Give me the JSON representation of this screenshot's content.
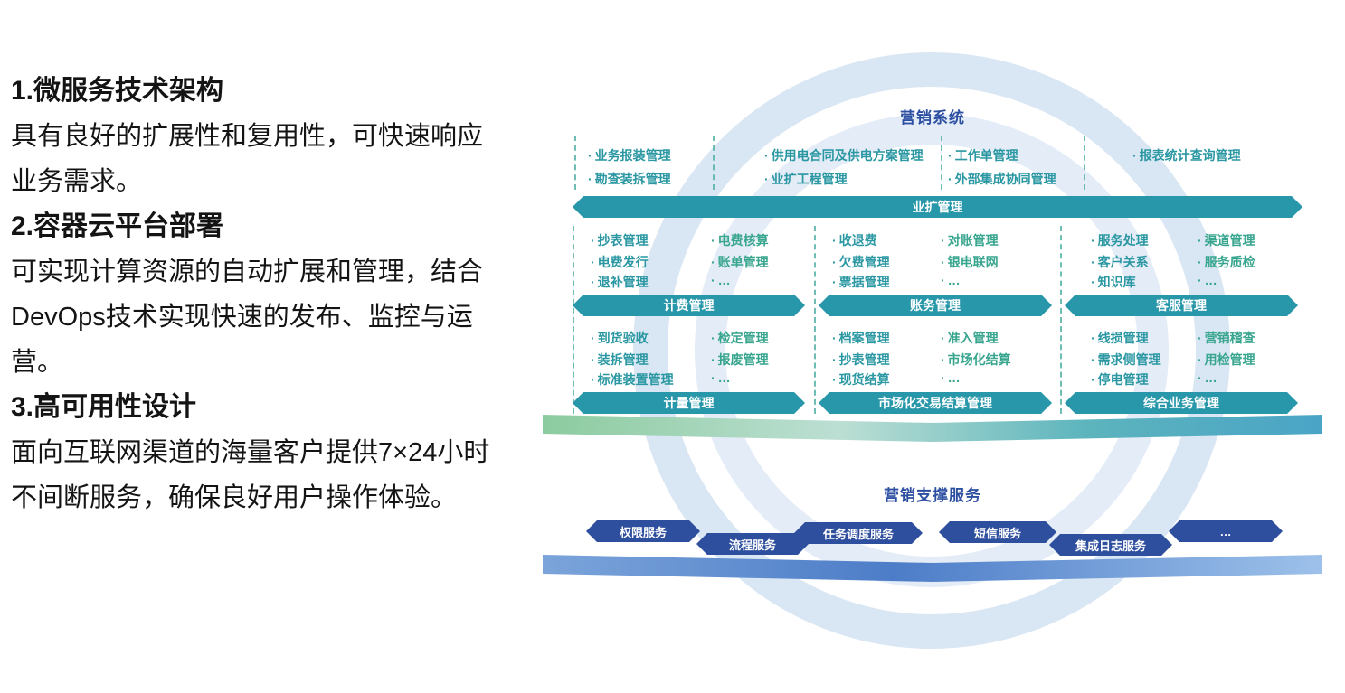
{
  "left_panel": {
    "sections": [
      {
        "heading": "1.微服务技术架构",
        "body": "具有良好的扩展性和复用性，可快速响应业务需求。"
      },
      {
        "heading": "2.容器云平台部署",
        "body": "可实现计算资源的自动扩展和管理，结合DevOps技术实现快速的发布、监控与运营。"
      },
      {
        "heading": "3.高可用性设计",
        "body": "面向互联网渠道的海量客户提供7×24小时不间断服务，确保良好用户操作体验。"
      }
    ]
  },
  "diagram": {
    "title": "营销系统",
    "colors": {
      "teal_banner": "#2897a9",
      "item_text": "#2a97a2",
      "item_text_alt": "#38a58e",
      "blue_banner": "#2e4f9e",
      "title_blue": "#2d4fa1",
      "ring_blue": "#d9e6f3"
    },
    "top_group": {
      "banner": "业扩管理",
      "columns": [
        [
          "业务报装管理",
          "勘查装拆管理"
        ],
        [
          "供用电合同及供电方案管理",
          "业扩工程管理"
        ],
        [
          "工作单管理",
          "外部集成协同管理"
        ],
        [
          "报表统计查询管理"
        ]
      ]
    },
    "rows": [
      {
        "blocks": [
          {
            "banner": "计费管理",
            "left": [
              "抄表管理",
              "电费发行",
              "退补管理"
            ],
            "right": [
              "电费核算",
              "账单管理",
              "…"
            ]
          },
          {
            "banner": "账务管理",
            "left": [
              "收退费",
              "欠费管理",
              "票据管理"
            ],
            "right": [
              "对账管理",
              "银电联网",
              "…"
            ]
          },
          {
            "banner": "客服管理",
            "left": [
              "服务处理",
              "客户关系",
              "知识库"
            ],
            "right": [
              "渠道管理",
              "服务质检",
              "…"
            ]
          }
        ]
      },
      {
        "blocks": [
          {
            "banner": "计量管理",
            "left": [
              "到货验收",
              "装拆管理",
              "标准装置管理"
            ],
            "right": [
              "检定管理",
              "报废管理",
              "…"
            ]
          },
          {
            "banner": "市场化交易结算管理",
            "left": [
              "档案管理",
              "抄表管理",
              "现货结算"
            ],
            "right": [
              "准入管理",
              "市场化结算",
              "…"
            ]
          },
          {
            "banner": "综合业务管理",
            "left": [
              "线损管理",
              "需求侧管理",
              "停电管理"
            ],
            "right": [
              "营销稽查",
              "用检管理",
              "…"
            ]
          }
        ]
      }
    ],
    "support": {
      "title": "营销支撑服务",
      "services": [
        "权限服务",
        "流程服务",
        "任务调度服务",
        "短信服务",
        "集成日志服务",
        "…"
      ]
    }
  }
}
